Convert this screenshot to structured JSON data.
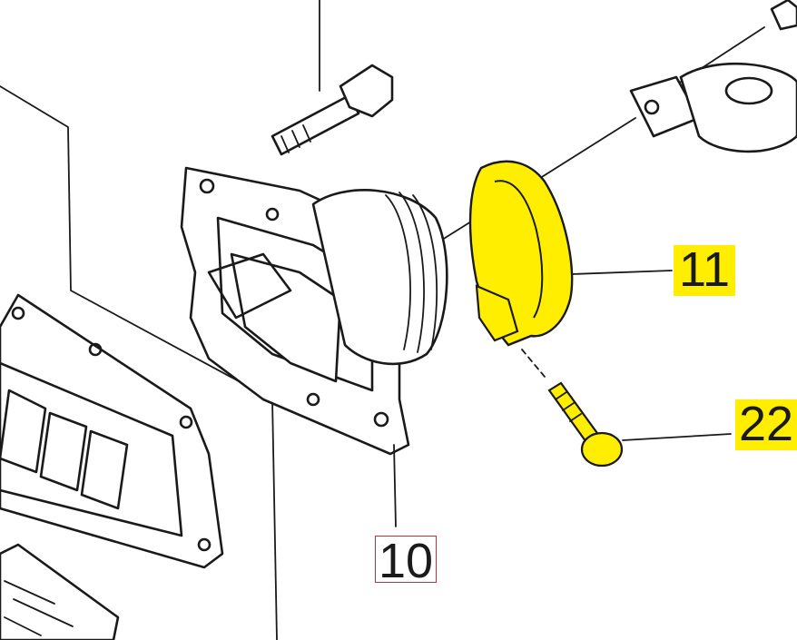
{
  "callouts": [
    {
      "id": "11",
      "text": "11",
      "highlighted": true
    },
    {
      "id": "22",
      "text": "22",
      "highlighted": true
    },
    {
      "id": "10",
      "text": "10",
      "highlighted": false
    }
  ],
  "colors": {
    "highlight": "#ffee00",
    "box_border": "#b23a3a",
    "line": "#1a1a1a",
    "background": "#ffffff"
  }
}
